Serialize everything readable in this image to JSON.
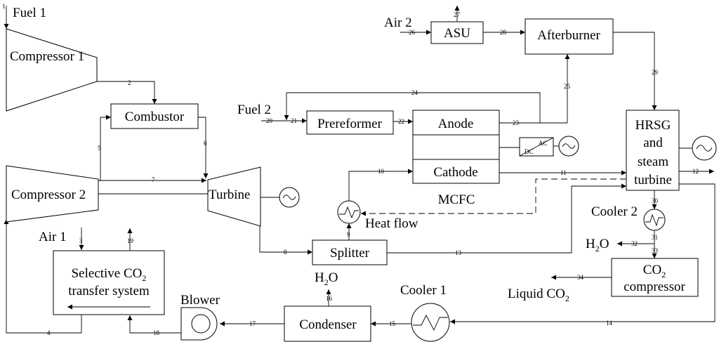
{
  "labels": {
    "fuel1": "Fuel 1",
    "compressor1": "Compressor 1",
    "combustor": "Combustor",
    "compressor2": "Compressor 2",
    "turbine": "Turbine",
    "air1": "Air 1",
    "sel_l1_base": "Selective CO",
    "sel_l1_sub": "2",
    "sel_l2": "transfer system",
    "blower": "Blower",
    "condenser": "Condenser",
    "h2o_top_base": "H",
    "h2o_top_sub": "2",
    "h2o_top_end": "O",
    "cooler1": "Cooler 1",
    "splitter": "Splitter",
    "heat_flow": "Heat flow",
    "fuel2": "Fuel 2",
    "prereformer": "Prereformer",
    "anode": "Anode",
    "cathode": "Cathode",
    "mcfc": "MCFC",
    "dc": "DC",
    "ac": "AC",
    "air2": "Air 2",
    "asu": "ASU",
    "afterburner": "Afterburner",
    "hrsg1": "HRSG",
    "hrsg2": "and",
    "hrsg3": "steam",
    "hrsg4": "turbine",
    "cooler2": "Cooler 2",
    "h2o_r_base": "H",
    "h2o_r_sub": "2",
    "h2o_r_end": "O",
    "co2c_base": "CO",
    "co2c_sub": "2",
    "co2c_l2": "compressor",
    "liq_base": "Liquid CO",
    "liq_sub": "2"
  },
  "streams": {
    "s1": "1",
    "s2": "2",
    "s3": "3",
    "s4": "4",
    "s5": "5",
    "s6": "6",
    "s7": "7",
    "s8": "8",
    "s9": "9",
    "s10": "10",
    "s11": "11",
    "s12": "12",
    "s13": "13",
    "s14": "14",
    "s15": "15",
    "s16": "16",
    "s17": "17",
    "s18": "18",
    "s19": "19",
    "s20": "20",
    "s21": "21",
    "s22": "22",
    "s23": "23",
    "s24": "24",
    "s25": "25",
    "s26": "26",
    "s27": "27",
    "s28": "28",
    "s29": "29",
    "s30": "30",
    "s31": "31",
    "s32": "32",
    "s33": "33",
    "s34": "34"
  }
}
